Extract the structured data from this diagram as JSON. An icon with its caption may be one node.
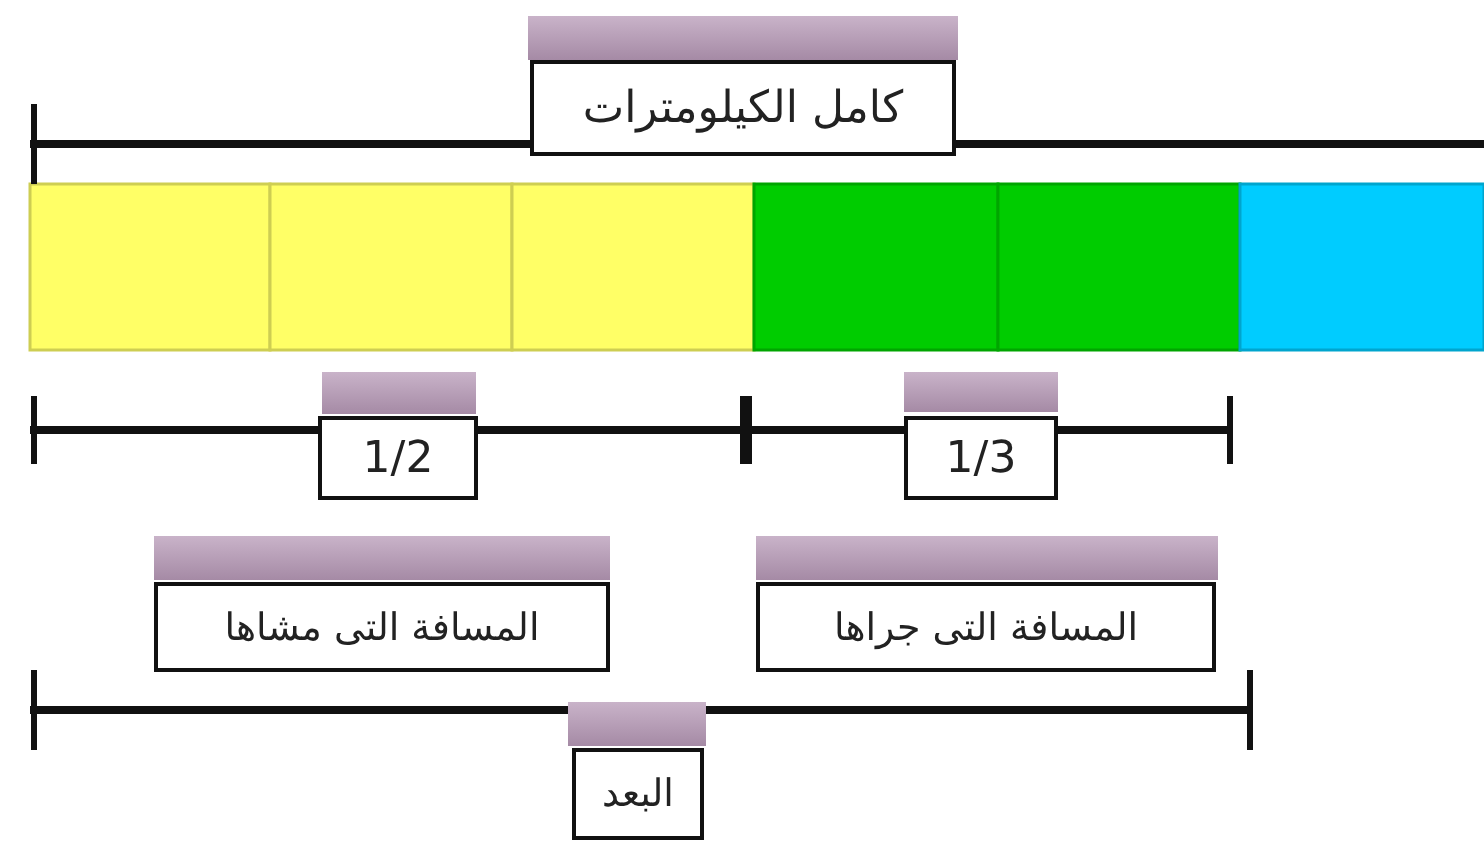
{
  "diagram": {
    "nodes": [
      {
        "text": [
          "كامل الكيلومترات"
        ]
      },
      {
        "text": [
          "1/2"
        ]
      },
      {
        "text": [
          "1/3"
        ]
      },
      {
        "text": [
          "المسافة التى مشاها"
        ]
      },
      {
        "text": [
          "المسافة التى جراها"
        ]
      },
      {
        "text": [
          "البعد"
        ]
      }
    ]
  }
}
